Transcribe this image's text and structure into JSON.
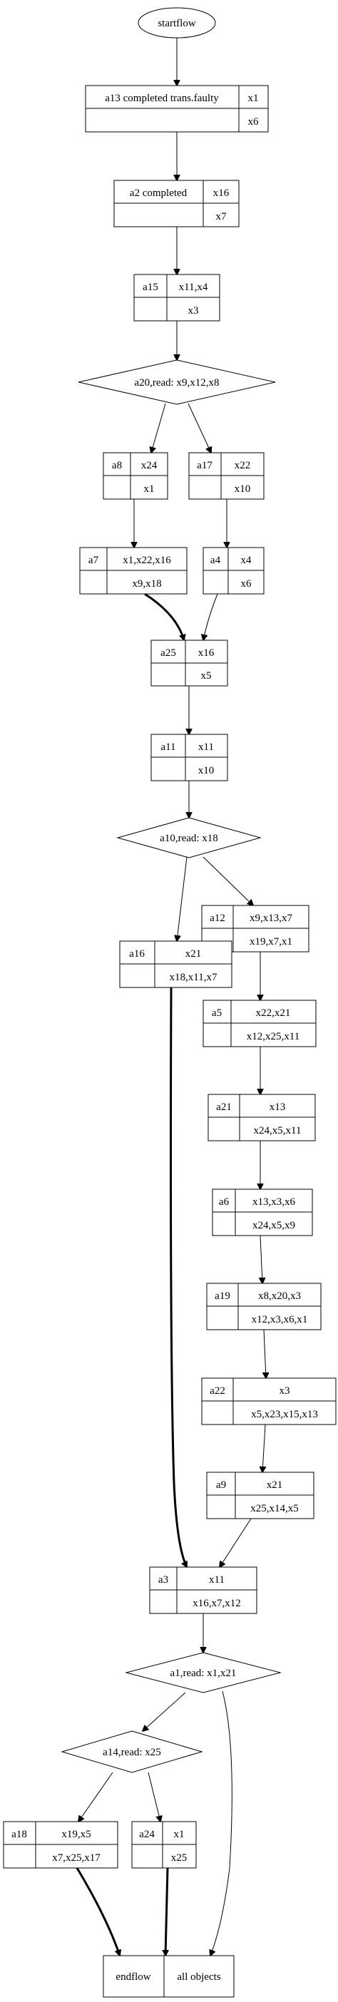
{
  "diagram": {
    "start": {
      "label": "startflow"
    },
    "boxes": {
      "a13": {
        "name": "a13 completed trans.faulty",
        "top": "x1",
        "bottom": "x6"
      },
      "a2": {
        "name": "a2 completed",
        "top": "x16",
        "bottom": "x7"
      },
      "a15": {
        "name": "a15",
        "top": "x11,x4",
        "bottom": "x3"
      },
      "a8": {
        "name": "a8",
        "top": "x24",
        "bottom": "x1"
      },
      "a17": {
        "name": "a17",
        "top": "x22",
        "bottom": "x10"
      },
      "a7": {
        "name": "a7",
        "top": "x1,x22,x16",
        "bottom": "x9,x18"
      },
      "a4": {
        "name": "a4",
        "top": "x4",
        "bottom": "x6"
      },
      "a25": {
        "name": "a25",
        "top": "x16",
        "bottom": "x5"
      },
      "a11": {
        "name": "a11",
        "top": "x11",
        "bottom": "x10"
      },
      "a12": {
        "name": "a12",
        "top": "x9,x13,x7",
        "bottom": "x19,x7,x1"
      },
      "a16": {
        "name": "a16",
        "top": "x21",
        "bottom": "x18,x11,x7"
      },
      "a5": {
        "name": "a5",
        "top": "x22,x21",
        "bottom": "x12,x25,x11"
      },
      "a21": {
        "name": "a21",
        "top": "x13",
        "bottom": "x24,x5,x11"
      },
      "a6": {
        "name": "a6",
        "top": "x13,x3,x6",
        "bottom": "x24,x5,x9"
      },
      "a19": {
        "name": "a19",
        "top": "x8,x20,x3",
        "bottom": "x12,x3,x6,x1"
      },
      "a22": {
        "name": "a22",
        "top": "x3",
        "bottom": "x5,x23,x15,x13"
      },
      "a9": {
        "name": "a9",
        "top": "x21",
        "bottom": "x25,x14,x5"
      },
      "a3": {
        "name": "a3",
        "top": "x11",
        "bottom": "x16,x7,x12"
      },
      "a18": {
        "name": "a18",
        "top": "x19,x5",
        "bottom": "x7,x25,x17"
      },
      "a24": {
        "name": "a24",
        "top": "x1",
        "bottom": "x25"
      }
    },
    "decisions": {
      "a20": {
        "label": "a20,read: x9,x12,x8"
      },
      "a10": {
        "label": "a10,read: x18"
      },
      "a1": {
        "label": "a1,read: x1,x21"
      },
      "a14": {
        "label": "a14,read: x25"
      }
    },
    "end": {
      "left": "endflow",
      "right": "all objects"
    }
  }
}
